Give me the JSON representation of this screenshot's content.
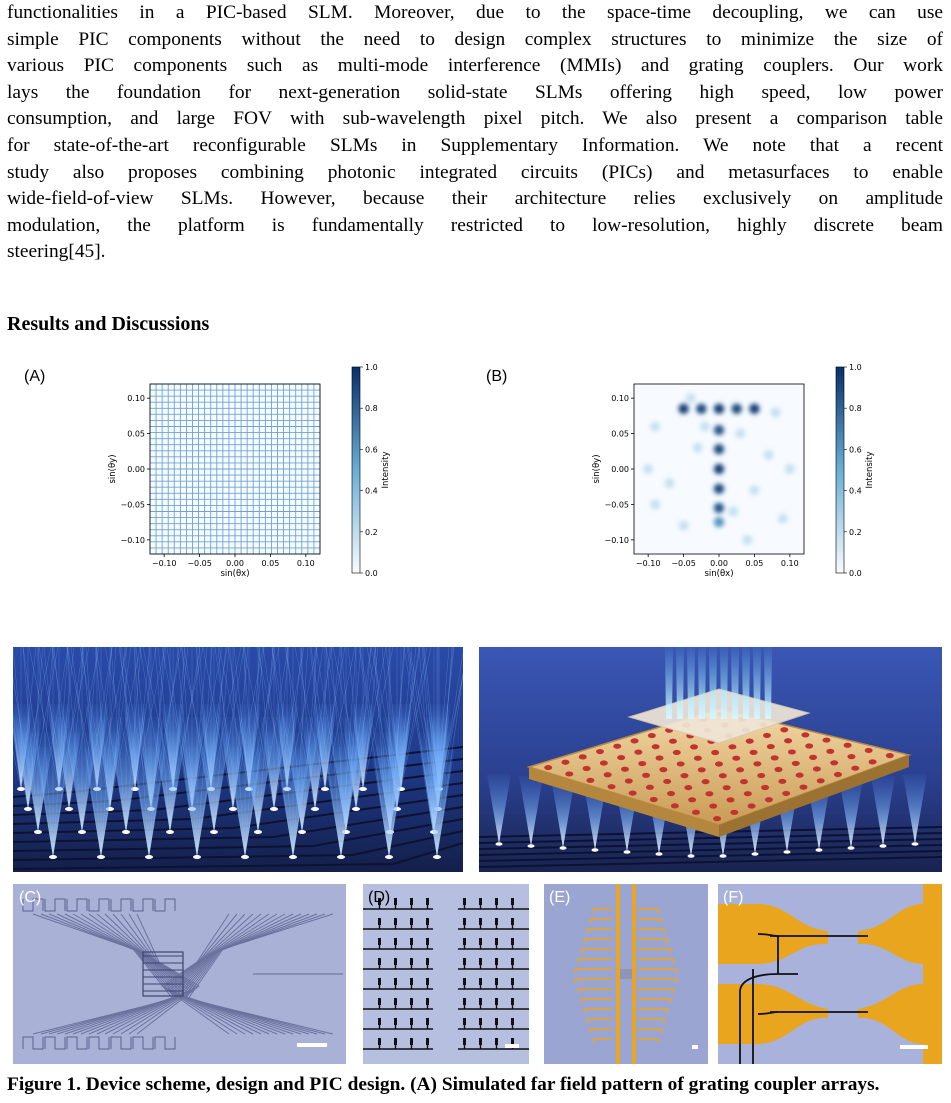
{
  "paragraph": {
    "lines": [
      "functionalities in a PIC-based SLM. Moreover, due to the space-time decoupling, we can use",
      "simple PIC components without the need to design complex structures to minimize the size of",
      "various PIC components such as multi-mode interference (MMIs) and grating couplers. Our work",
      "lays the foundation for next-generation solid-state SLMs offering high speed, low power",
      "consumption, and large FOV with sub-wavelength pixel pitch. We also present a comparison table",
      "for state-of-the-art reconfigurable SLMs in Supplementary Information. We note that a recent",
      "study also proposes combining photonic integrated circuits (PICs) and metasurfaces to enable",
      "wide-field-of-view SLMs. However, because their architecture relies exclusively on amplitude",
      "modulation, the platform is fundamentally restricted to low-resolution, highly discrete beam",
      "steering[45]."
    ]
  },
  "section_heading": "Results and Discussions",
  "figure": {
    "labels": {
      "a": "(A)",
      "b": "(B)",
      "c": "(C)",
      "d": "(D)",
      "e": "(E)",
      "f": "(F)"
    },
    "caption_bold": "Figure 1. Device scheme, design and PIC design. (A) Simulated far field pattern of grating coupler arrays."
  },
  "chart_data": [
    {
      "type": "heatmap",
      "panel": "A",
      "xlabel": "sin(θx)",
      "ylabel": "sin(θy)",
      "xlim": [
        -0.12,
        0.12
      ],
      "ylim": [
        -0.12,
        0.12
      ],
      "xticks": [
        "−0.10",
        "−0.05",
        "0.00",
        "0.05",
        "0.10"
      ],
      "yticks": [
        "0.10",
        "0.05",
        "0.00",
        "−0.05",
        "−0.10"
      ],
      "colorbar": {
        "label": "Intensity",
        "ticks": [
          "1.0",
          "0.8",
          "0.6",
          "0.4",
          "0.2",
          "0.0"
        ],
        "range": [
          0,
          1
        ]
      },
      "pattern": "uniform grid of lines",
      "grid_lines": 28
    },
    {
      "type": "heatmap",
      "panel": "B",
      "xlabel": "sin(θx)",
      "ylabel": "sin(θy)",
      "xlim": [
        -0.12,
        0.12
      ],
      "ylim": [
        -0.12,
        0.12
      ],
      "xticks": [
        "−0.10",
        "−0.05",
        "0.00",
        "0.05",
        "0.10"
      ],
      "yticks": [
        "0.10",
        "0.05",
        "0.00",
        "−0.05",
        "−0.10"
      ],
      "colorbar": {
        "label": "Intensity",
        "ticks": [
          "1.0",
          "0.8",
          "0.6",
          "0.4",
          "0.2",
          "0.0"
        ],
        "range": [
          0,
          1
        ]
      },
      "spots": [
        {
          "x": -0.05,
          "y": 0.085,
          "v": 0.95
        },
        {
          "x": -0.025,
          "y": 0.085,
          "v": 0.9
        },
        {
          "x": 0.0,
          "y": 0.085,
          "v": 0.95
        },
        {
          "x": 0.025,
          "y": 0.085,
          "v": 0.9
        },
        {
          "x": 0.05,
          "y": 0.085,
          "v": 0.95
        },
        {
          "x": 0.0,
          "y": 0.055,
          "v": 0.85
        },
        {
          "x": 0.0,
          "y": 0.028,
          "v": 0.9
        },
        {
          "x": 0.0,
          "y": 0.0,
          "v": 0.95
        },
        {
          "x": 0.0,
          "y": -0.028,
          "v": 0.9
        },
        {
          "x": 0.0,
          "y": -0.055,
          "v": 0.85
        },
        {
          "x": 0.0,
          "y": -0.075,
          "v": 0.6
        }
      ]
    }
  ],
  "colors": {
    "plot_cmap_high": "#08306b",
    "plot_cmap_low": "#f7fbff",
    "render_bg": "#1c2f6e",
    "beam": "#7fb8ff",
    "micro_bg": "#aab3d6",
    "gold": "#e9a51e",
    "waveguide": "#1a1a1a"
  }
}
